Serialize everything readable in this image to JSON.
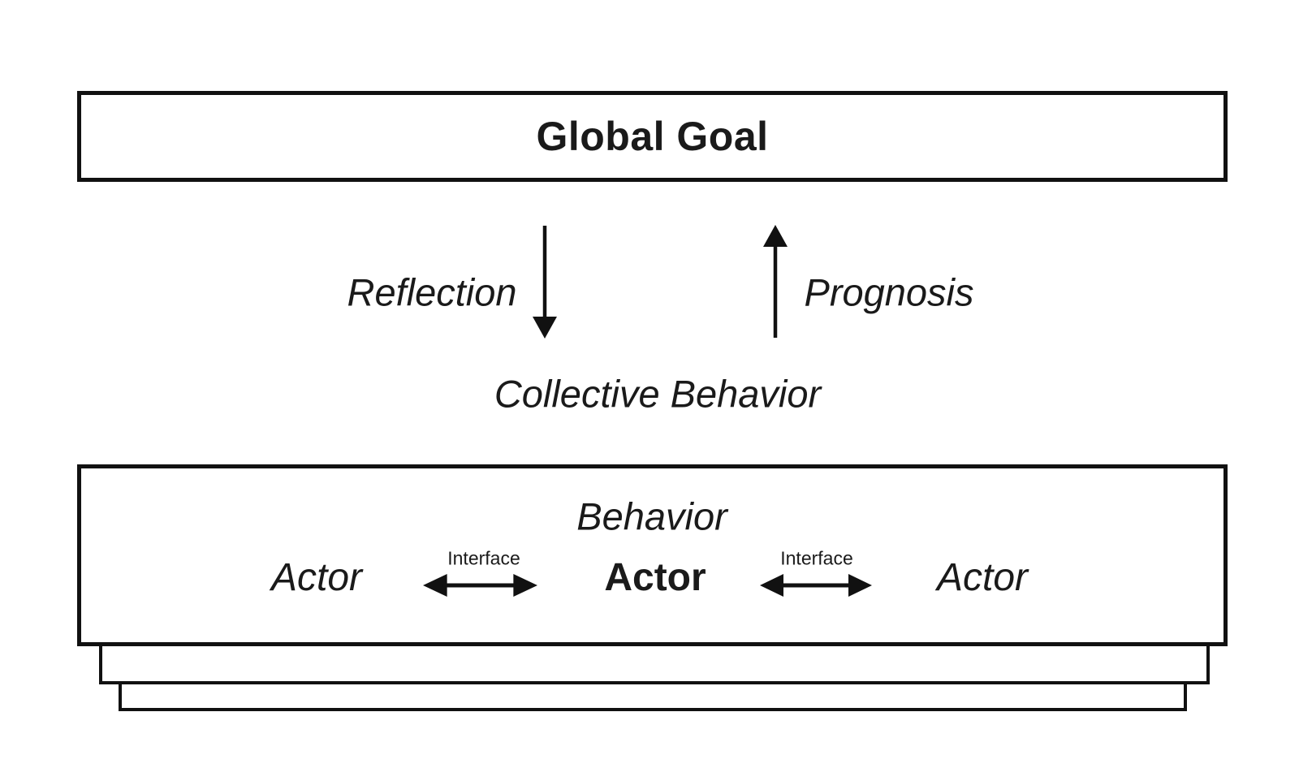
{
  "diagram": {
    "title_box": {
      "label": "Global Goal"
    },
    "feedback": {
      "reflection_label": "Reflection",
      "prognosis_label": "Prognosis",
      "collective_behavior_label": "Collective Behavior"
    },
    "behavior_box": {
      "label": "Behavior",
      "actor_left": "Actor",
      "actor_center": "Actor",
      "actor_right": "Actor",
      "interface_left_label": "Interface",
      "interface_right_label": "Interface"
    },
    "icons": {
      "reflection_arrow": "arrow-down",
      "prognosis_arrow": "arrow-up",
      "interface_arrows": "arrow-left-right"
    },
    "colors": {
      "stroke": "#111111",
      "text": "#1a1a1a",
      "background": "#ffffff"
    }
  }
}
